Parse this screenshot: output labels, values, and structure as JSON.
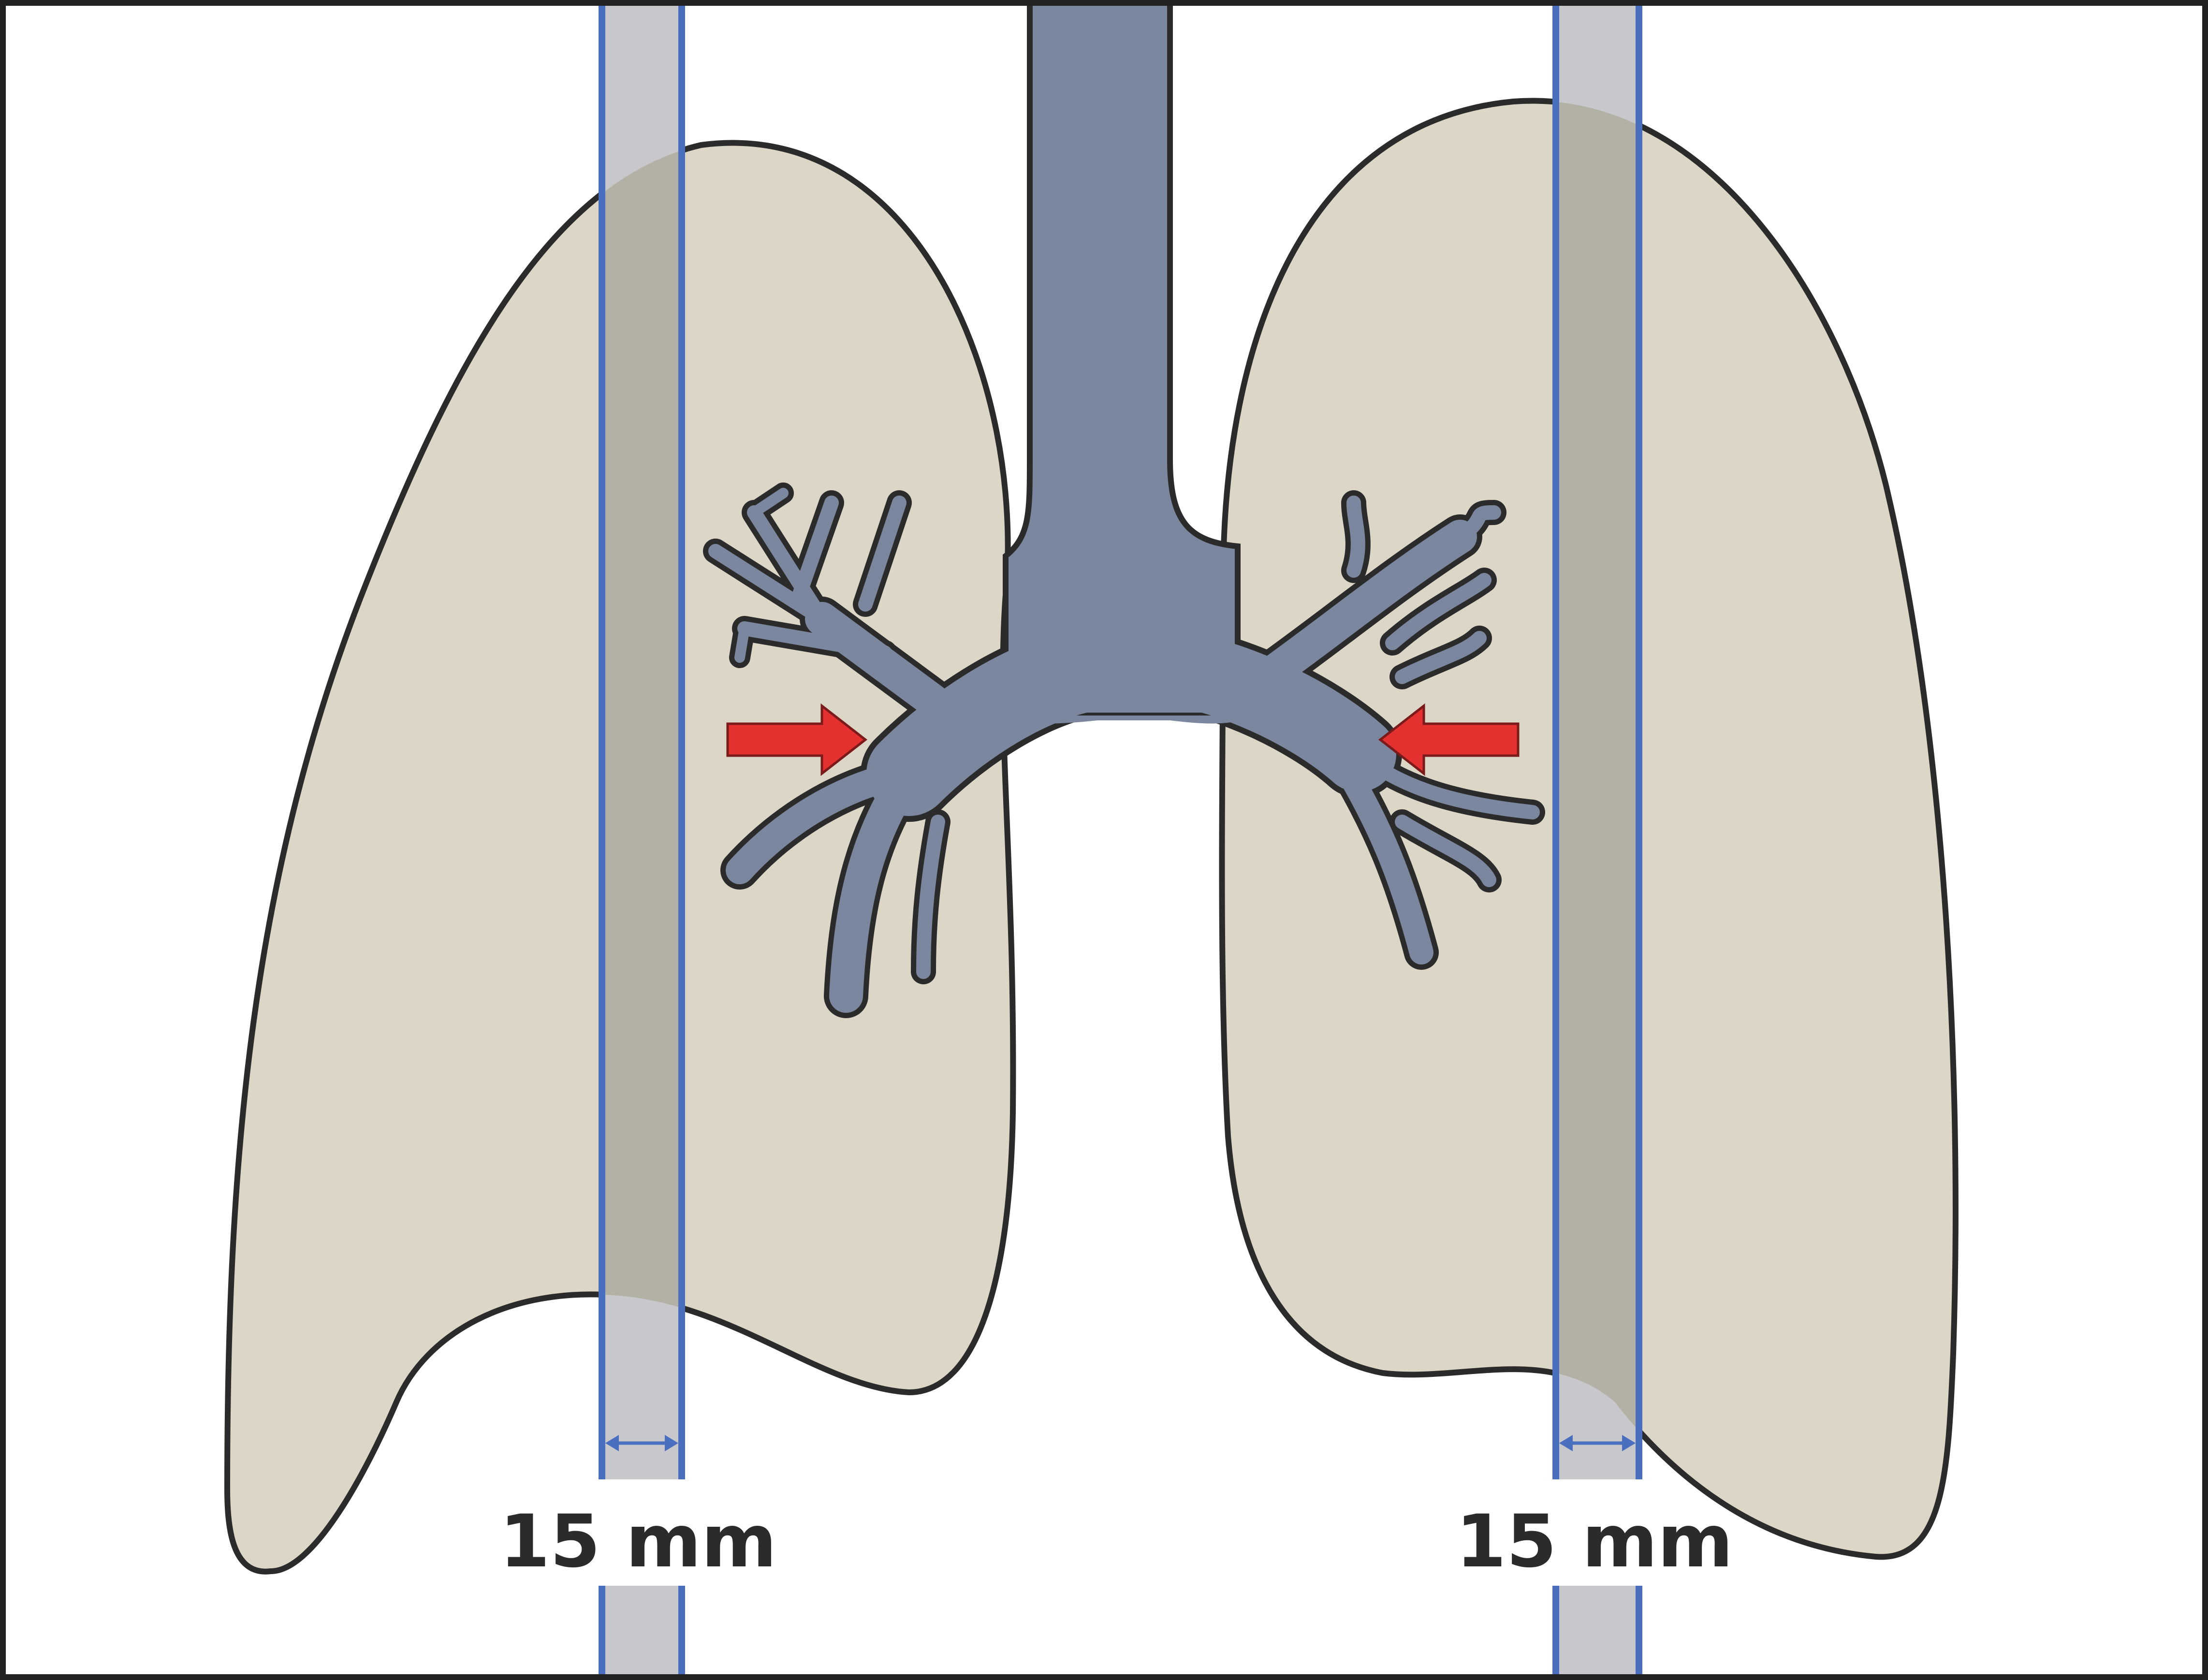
{
  "colors": {
    "background": "#ffffff",
    "frame": "#222222",
    "lung_fill": "#dcd6c6",
    "lung_outline": "#2b2b2b",
    "airway_fill": "#7b879e",
    "slice_band_fill": "#c8c8cc",
    "slice_band_overlap": "#b3b1a6",
    "slice_band_edge": "#4a6fbf",
    "arrow_red": "#e53030",
    "label_text": "#2b2b2b"
  },
  "icons": {
    "left_arrow": "red-right-arrow",
    "right_arrow": "red-left-arrow",
    "width_marker": "double-headed-arrow"
  },
  "slices": [
    {
      "label": "15 mm"
    },
    {
      "label": "15 mm"
    }
  ]
}
